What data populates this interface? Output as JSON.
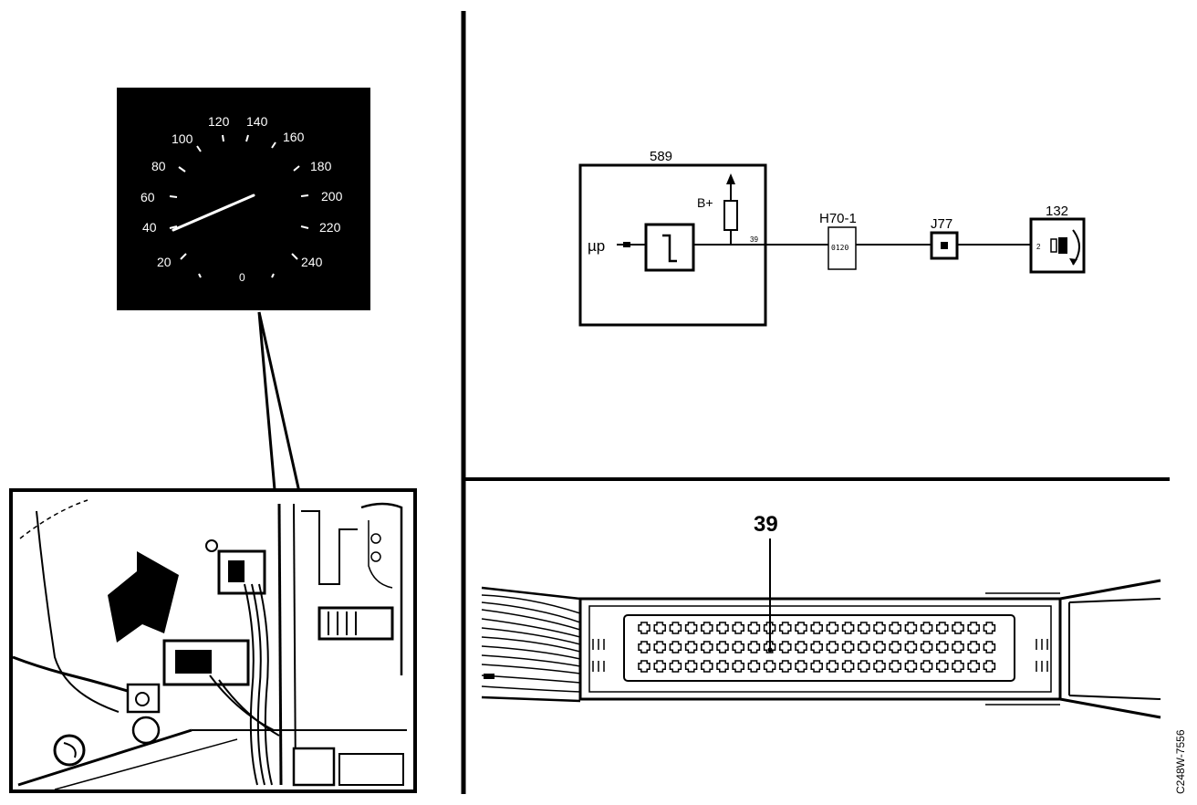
{
  "speedometer": {
    "labels": [
      "20",
      "40",
      "60",
      "80",
      "100",
      "120",
      "140",
      "160",
      "180",
      "200",
      "220",
      "240"
    ],
    "center_mark": "0"
  },
  "schematic": {
    "module_id": "589",
    "input_label": "µp",
    "supply_label": "B+",
    "pin_label": "39",
    "connector_h70": "H70-1",
    "connector_h70_pin": "0120",
    "junction": "J77",
    "speedometer_id": "132",
    "speedometer_pin": "2"
  },
  "connector_view": {
    "pin_callout": "39"
  },
  "figure_code": "C248W-7556",
  "colors": {
    "ink": "#000000",
    "paper": "#ffffff",
    "needle": "#ffffff"
  }
}
